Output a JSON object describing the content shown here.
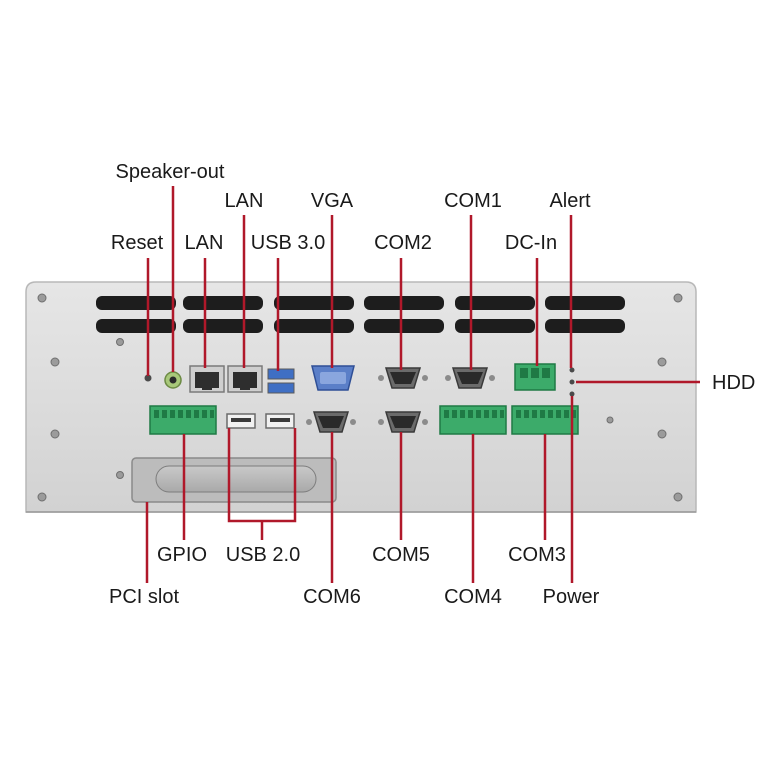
{
  "diagram": {
    "labels_top": {
      "speaker_out": "Speaker-out",
      "lan_upper": "LAN",
      "vga": "VGA",
      "com1": "COM1",
      "alert": "Alert",
      "reset": "Reset",
      "lan_lower": "LAN",
      "usb3": "USB 3.0",
      "com2": "COM2",
      "dc_in": "DC-In"
    },
    "labels_right": {
      "hdd": "HDD"
    },
    "labels_bottom": {
      "gpio": "GPIO",
      "usb2": "USB 2.0",
      "com5": "COM5",
      "com3": "COM3",
      "pci_slot": "PCI slot",
      "com6": "COM6",
      "com4": "COM4",
      "power": "Power"
    },
    "colors": {
      "leader_line": "#b0182a",
      "chassis": "#dcdcdc",
      "terminal_block": "#3cab6a",
      "usb3_port": "#3f6fc4",
      "vga_port": "#5b7fc8"
    }
  }
}
